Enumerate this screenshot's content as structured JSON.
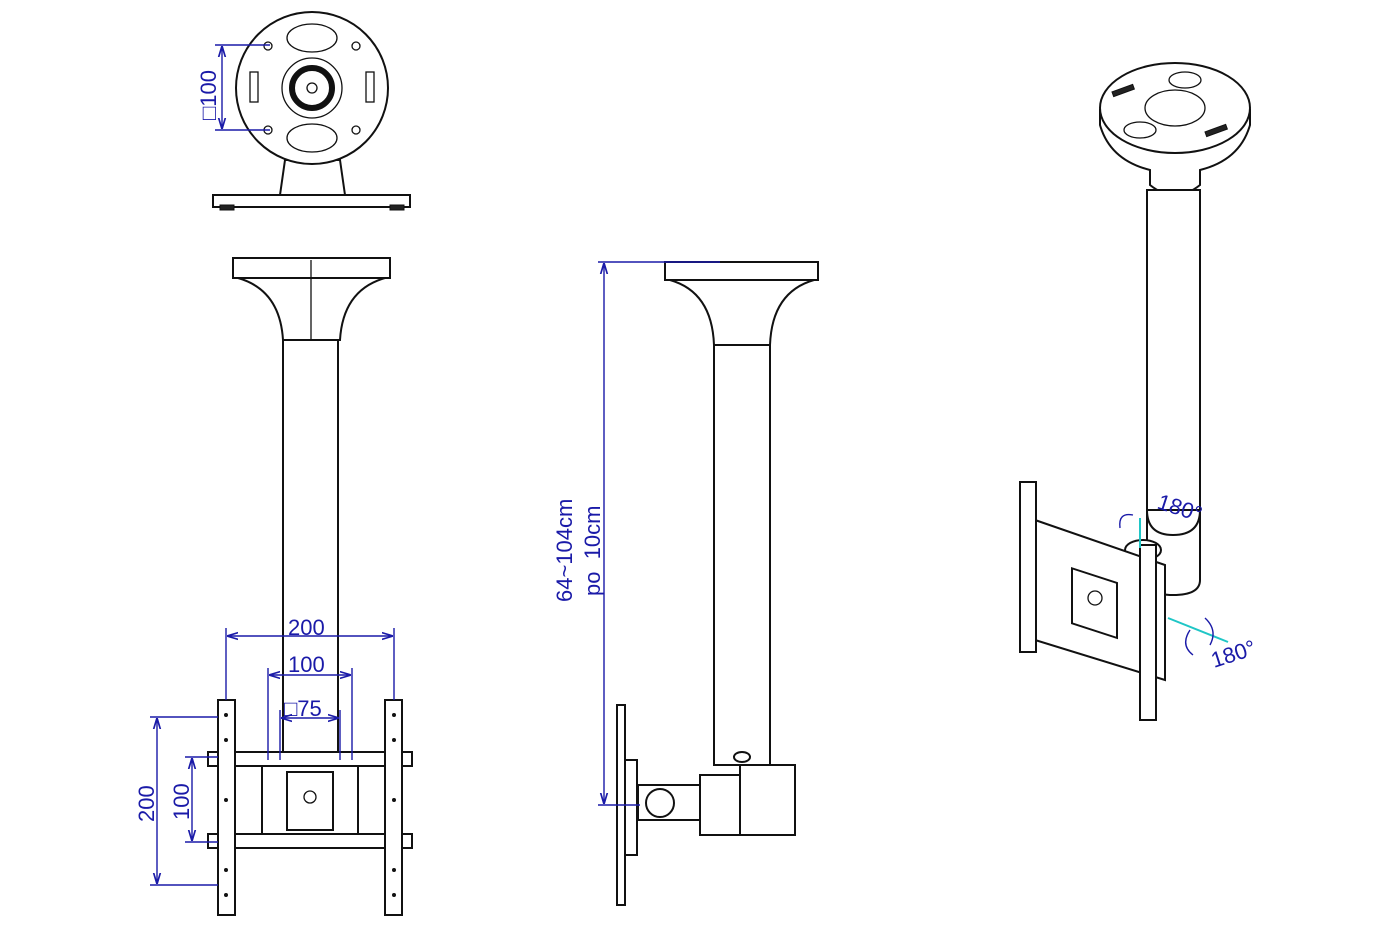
{
  "colors": {
    "dimension": "#1a1aa8",
    "axis": "#1fc6c6",
    "line": "#111111"
  },
  "top_view": {
    "vesa_label": "□100"
  },
  "front_view": {
    "width_outer": "200",
    "width_mid": "100",
    "width_inner": "□75",
    "height_outer": "200",
    "height_inner": "100"
  },
  "side_view": {
    "height_range": "64~104cm",
    "step": "po  10cm"
  },
  "iso_view": {
    "rotation_top": "180°",
    "rotation_bottom": "180°"
  }
}
